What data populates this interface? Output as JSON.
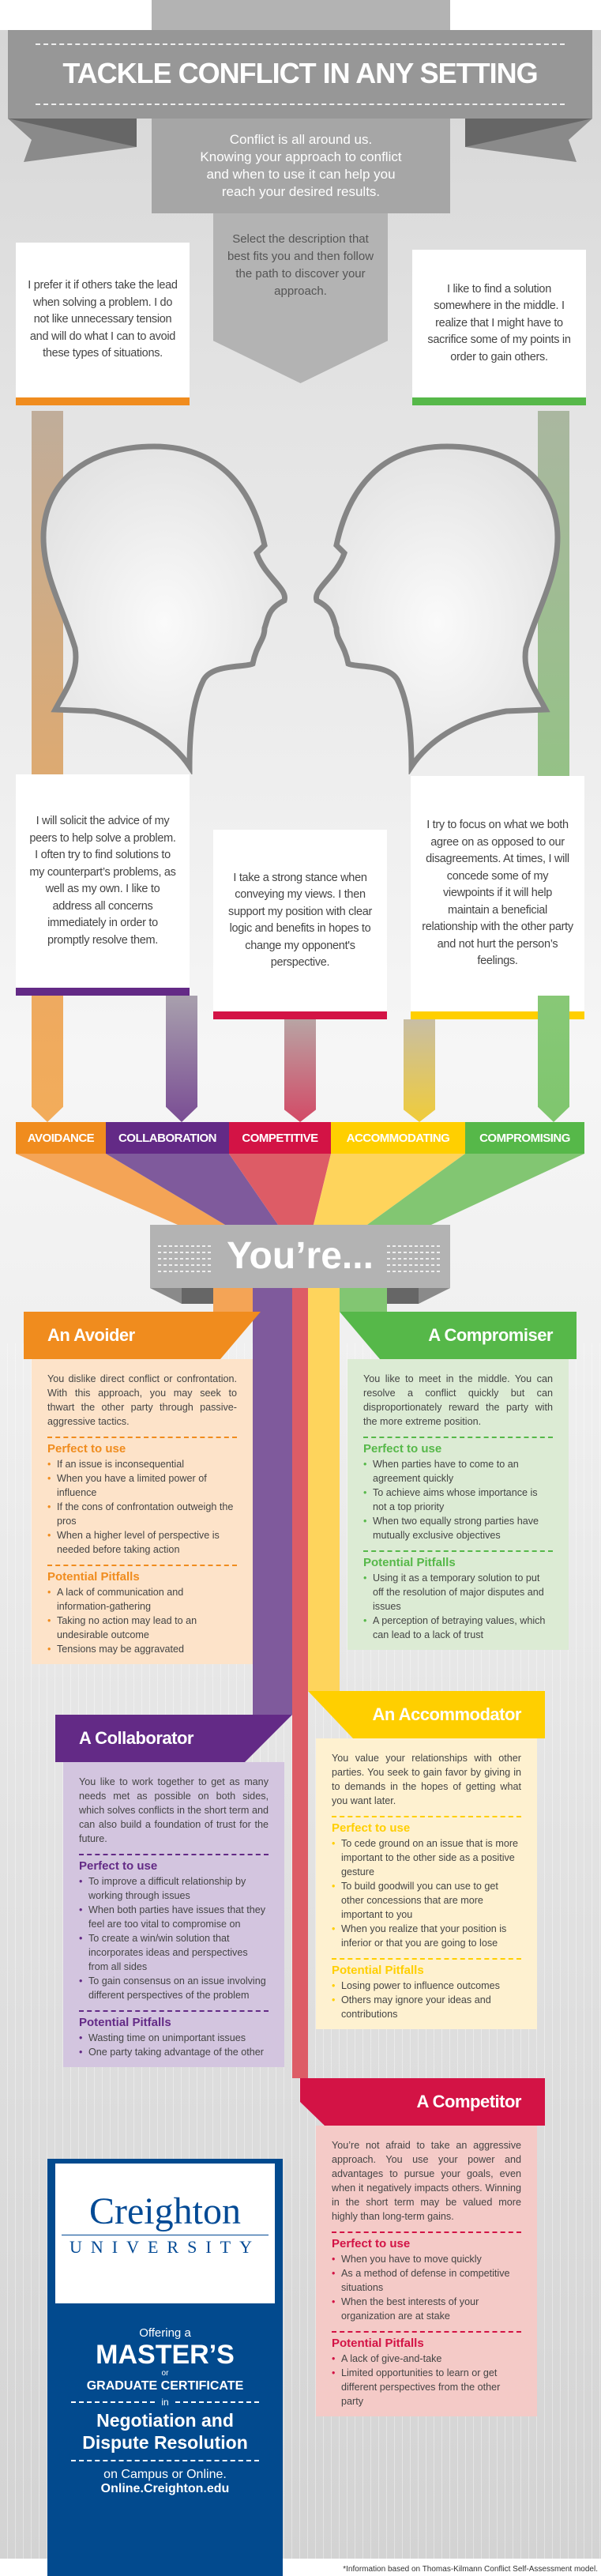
{
  "header": {
    "title": "TACKLE CONFLICT IN ANY SETTING",
    "intro": [
      "Conflict is all around us.",
      "Knowing your approach to conflict",
      "and when to use it can help you",
      "reach your desired results."
    ],
    "instruction": "Select the description that best fits you and then follow the path to discover your approach."
  },
  "statements": {
    "avoidance": "I prefer it if others take the lead when solving a problem. I do not like unnecessary tension and will do what I can to avoid these types of situations.",
    "compromising": "I like to find a solution somewhere in the middle. I realize that I might have to sacrifice some of my points in order to gain others.",
    "collaboration": "I will solicit the advice of my peers to help solve a problem. I often try to find solutions to my counterpart’s problems, as well as my own. I like to address all concerns immediately in order to promptly resolve them.",
    "competitive": "I take a strong stance when conveying my views. I then support my position with clear logic and benefits in hopes to change my opponent's perspective.",
    "accommodating": "I try to focus on what we both agree on as opposed to our disagreements. At times, I will concede some of my viewpoints if it will help maintain a beneficial relationship with the other party and not hurt the person’s feelings."
  },
  "styles": [
    "AVOIDANCE",
    "COLLABORATION",
    "COMPETITIVE",
    "ACCOMMODATING",
    "COMPROMISING"
  ],
  "colors": {
    "orange": "#f08c1e",
    "purple": "#632a86",
    "red": "#d31345",
    "yellow": "#ffcf00",
    "green": "#56b849",
    "blue": "#024a8e"
  },
  "youre": "You’re...",
  "profiles": {
    "avoider": {
      "title": "An Avoider",
      "description": "You dislike direct conflict or confrontation. With this approach, you may seek to thwart the other party through passive-aggressive tactics.",
      "perfect_label": "Perfect to use",
      "perfect": [
        "If an issue is inconsequential",
        "When you have a limited power of influence",
        "If the cons of confrontation outweigh the pros",
        "When a higher level of perspective is needed before taking action"
      ],
      "pitfalls_label": "Potential Pitfalls",
      "pitfalls": [
        "A lack of communication and information-gathering",
        "Taking no action may lead to an undesirable outcome",
        "Tensions may be aggravated"
      ]
    },
    "compromiser": {
      "title": "A Compromiser",
      "description": "You like to meet in the middle. You can resolve a conflict quickly but can disproportionately reward the party with the more extreme position.",
      "perfect_label": "Perfect to use",
      "perfect": [
        "When parties have to come to an agreement quickly",
        "To achieve aims whose importance is not a top priority",
        "When two equally strong parties have mutually exclusive objectives"
      ],
      "pitfalls_label": "Potential Pitfalls",
      "pitfalls": [
        "Using it as a temporary solution to put off the resolution of major disputes and issues",
        "A perception of betraying values, which can lead to a lack of trust"
      ]
    },
    "collaborator": {
      "title": "A Collaborator",
      "description": "You like to work together to get as many needs met as possible on both sides, which solves conflicts in the short term and can also build a foundation of trust for the future.",
      "perfect_label": "Perfect to use",
      "perfect": [
        "To improve a difficult relationship by working through issues",
        "When both parties have issues that they feel are too vital to compromise on",
        "To create a win/win solution that incorporates ideas and perspectives from all sides",
        "To gain consensus on an issue involving different perspectives of the problem"
      ],
      "pitfalls_label": "Potential Pitfalls",
      "pitfalls": [
        "Wasting time on unimportant issues",
        "One party taking advantage of the other"
      ]
    },
    "accommodator": {
      "title": "An Accommodator",
      "description": "You value your relationships with other parties. You seek to gain favor by giving in to demands in the hopes of getting what you want later.",
      "perfect_label": "Perfect to use",
      "perfect": [
        "To cede ground on an issue that is more important to the other side as a positive gesture",
        "To build goodwill you can use to get other concessions that are more important to you",
        "When you realize that your position is inferior or that you are going to lose"
      ],
      "pitfalls_label": "Potential Pitfalls",
      "pitfalls": [
        "Losing power to influence outcomes",
        "Others may ignore your ideas and contributions"
      ]
    },
    "competitor": {
      "title": "A Competitor",
      "description": "You’re not afraid to take an aggressive approach. You use your power and advantages to pursue your goals, even when it negatively impacts others. Winning in the short term may be valued more highly than long-term gains.",
      "perfect_label": "Perfect to use",
      "perfect": [
        "When you have to move quickly",
        "As a method of defense in competitive situations",
        "When the best interests of your organization are at stake"
      ],
      "pitfalls_label": "Potential Pitfalls",
      "pitfalls": [
        "A lack of give-and-take",
        "Limited opportunities to learn or get different perspectives from the other party"
      ]
    }
  },
  "ad": {
    "logo_name": "Creighton",
    "logo_sub": "UNIVERSITY",
    "offering": "Offering a",
    "masters": "MASTER’S",
    "or": "or",
    "certificate": "GRADUATE CERTIFICATE",
    "in": "in",
    "program": [
      "Negotiation and",
      "Dispute Resolution"
    ],
    "where": "on Campus or Online.",
    "url": "Online.Creighton.edu"
  },
  "footnote": "*Information based on Thomas-Kilmann Conflict Self-Assessment model."
}
